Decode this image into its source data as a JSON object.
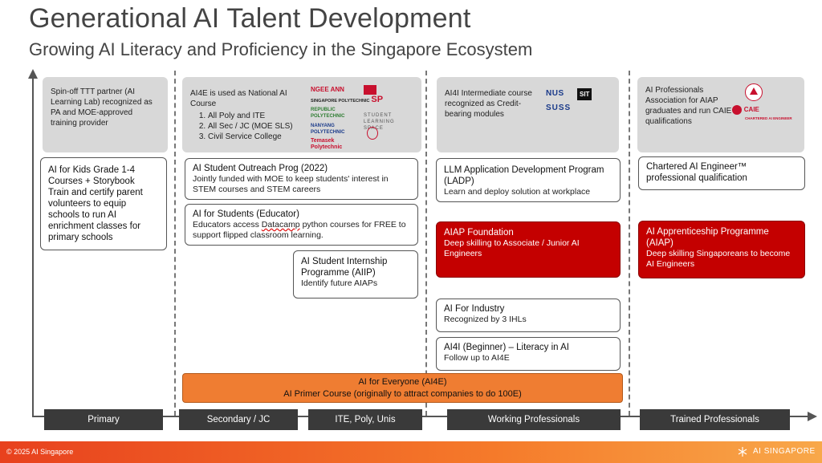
{
  "header": {
    "title": "Generational AI Talent Development",
    "subtitle": "Growing AI Literacy and Proficiency in the Singapore Ecosystem"
  },
  "partners": {
    "primary": "Spin-off TTT partner (AI Learning Lab) recognized as PA and MOE-approved training provider",
    "secondary": {
      "intro": "AI4E is used as National AI Course",
      "items": [
        "All Poly and ITE",
        "All Sec / JC (MOE SLS)",
        "Civil Service College"
      ],
      "logos": [
        "NGEE ANN",
        "SINGAPORE POLYTECHNIC",
        "SP",
        "REPUBLIC POLYTECHNIC",
        "NANYANG POLYTECHNIC",
        "Temasek Polytechnic",
        "STUDENT LEARNING SPACE"
      ]
    },
    "working": {
      "intro": "AI4I Intermediate course recognized as Credit-bearing modules",
      "logos": [
        "NUS",
        "SIT",
        "SUSS"
      ]
    },
    "trained": {
      "intro": "AI Professionals Association for AIAP graduates and run CAIE qualifications",
      "logos": [
        "CAIE",
        "CHARTERED AI ENGINEER"
      ]
    }
  },
  "programs": {
    "kids": {
      "title": "AI for Kids Grade 1-4 Courses + Storybook",
      "desc": "Train and certify parent volunteers to equip schools to run AI enrichment classes for primary schools"
    },
    "outreach": {
      "title": "AI Student Outreach Prog (2022)",
      "desc": "Jointly funded with MOE to keep students' interest in STEM courses and STEM careers"
    },
    "students": {
      "title": "AI for Students (Educator)",
      "desc_a": "Educators access ",
      "desc_link": "Datacamp",
      "desc_b": " python courses for FREE to support flipped classroom learning."
    },
    "internship": {
      "title": "AI Student Internship Programme (AIIP)",
      "desc": "Identify future AIAPs"
    },
    "ladp": {
      "title": "LLM Application Development Program (LADP)",
      "desc": "Learn and deploy solution at workplace"
    },
    "aiap_foundation": {
      "title": "AIAP Foundation",
      "desc": "Deep skilling to Associate / Junior  AI Engineers"
    },
    "industry": {
      "title": "AI For Industry",
      "desc": "Recognized by 3 IHLs"
    },
    "ai4i": {
      "title": "AI4I (Beginner) – Literacy in AI",
      "desc": "Follow up to AI4E"
    },
    "chartered": {
      "title": "Chartered AI Engineer™ professional qualification"
    },
    "apprenticeship": {
      "title": "AI Apprenticeship Programme (AIAP)",
      "desc": "Deep skilling Singaporeans to become AI Engineers"
    },
    "everyone": {
      "title": "AI for Everyone (AI4E)",
      "desc": "AI Primer Course (originally to attract companies to do 100E)"
    }
  },
  "stages": [
    "Primary",
    "Secondary / JC",
    "ITE, Poly, Unis",
    "Working Professionals",
    "Trained Professionals"
  ],
  "footer": {
    "copyright": "© 2025 AI Singapore",
    "brand": "AI SINGAPORE"
  },
  "colors": {
    "accent_red": "#c40000",
    "accent_orange": "#ef7d32",
    "band": "#3a3a3a",
    "panel_gray": "#d8d8d8"
  }
}
